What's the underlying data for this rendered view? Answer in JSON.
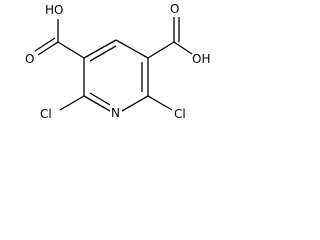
{
  "structure": {
    "labels": {
      "oh_left": "HO",
      "oh_right": "OH",
      "o_left": "O",
      "o_right": "O",
      "cl_left": "Cl",
      "cl_right": "Cl",
      "n_ring": "N"
    },
    "colors": {
      "bond": "#000000",
      "text": "#000000",
      "background": "#ffffff"
    }
  }
}
